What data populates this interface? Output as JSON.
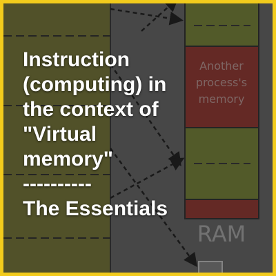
{
  "title_lines": [
    "Instruction",
    "(computing) in",
    "the context of",
    "\"Virtual",
    "memory\"",
    "----------",
    "The Essentials"
  ],
  "diagram": {
    "block_label_lines": [
      "Another",
      "process's",
      "memory"
    ],
    "ram_label": "RAM"
  },
  "colors": {
    "frame_border": "#f2cb1c",
    "background": "#5b5b5b",
    "virtual_memory_column": "#6b6b2a",
    "ram_block_green": "#6d7a2a",
    "ram_block_red": "#8a2a24",
    "arrow": "#111111"
  }
}
